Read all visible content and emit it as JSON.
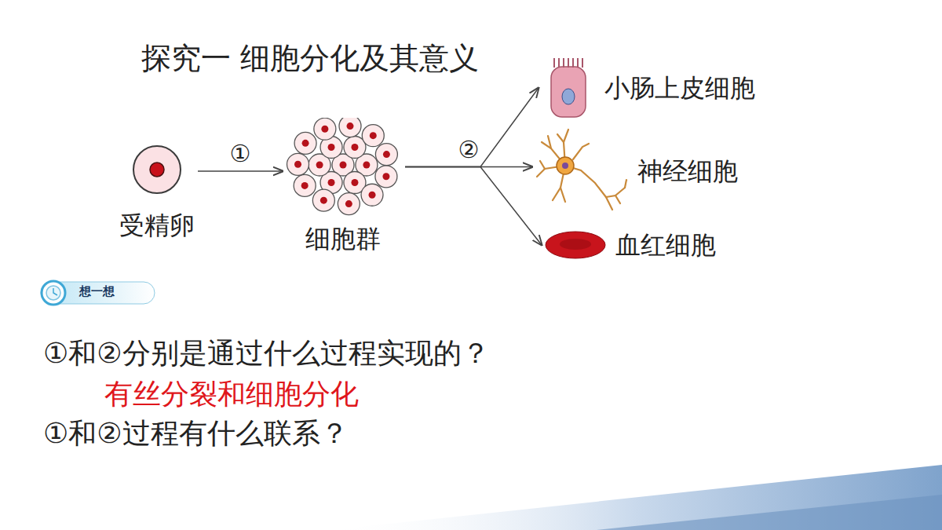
{
  "diagram": {
    "title": "探究一  细胞分化及其意义",
    "nodes": [
      {
        "text": [
          "受精卵"
        ]
      },
      {
        "text": [
          "细胞群"
        ]
      },
      {
        "text": [
          "小肠上皮细胞"
        ]
      },
      {
        "text": [
          "神经细胞"
        ]
      },
      {
        "text": [
          "血红细胞"
        ]
      }
    ],
    "edges": [
      {
        "from": 0,
        "to": 1,
        "arrow": "to",
        "label": "①"
      },
      {
        "from": 1,
        "to": 2,
        "arrow": "to"
      },
      {
        "from": 1,
        "to": 3,
        "arrow": "to",
        "label": "②"
      },
      {
        "from": 1,
        "to": 4,
        "arrow": "to"
      }
    ],
    "labels": [
      "想一想",
      "①和②分别是通过什么过程实现的？",
      "有丝分裂和细胞分化",
      "①和②过程有什么联系？"
    ]
  }
}
